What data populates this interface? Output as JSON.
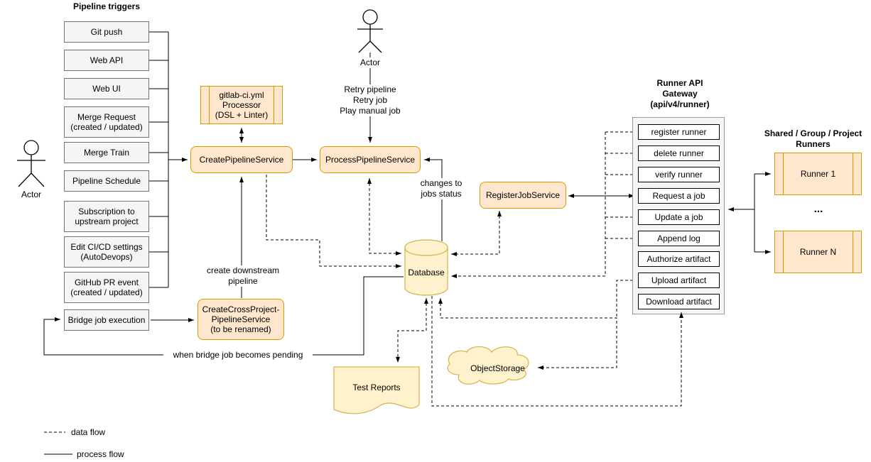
{
  "diagram": {
    "triggers": {
      "title": "Pipeline triggers",
      "items": [
        "Git push",
        "Web API",
        "Web UI",
        "Merge Request\n(created / updated)",
        "Merge Train",
        "Pipeline Schedule",
        "Subscription to\nupstream project",
        "Edit CI/CD settings\n(AutoDevops)",
        "GitHub PR event\n(created / updated)"
      ],
      "bridge_job": "Bridge job execution"
    },
    "actors": {
      "left_label": "Actor",
      "top_label": "Actor",
      "top_actions": "Retry pipeline\nRetry job\nPlay manual job"
    },
    "services": {
      "processor": "gitlab-ci.yml\nProcessor\n(DSL + Linter)",
      "create_pipeline": "CreatePipelineService",
      "process_pipeline": "ProcessPipelineService",
      "create_cross_project": "CreateCrossProject-\nPipelineService\n(to be renamed)",
      "register_job": "RegisterJobService"
    },
    "datastores": {
      "database": "Database",
      "test_reports": "Test Reports",
      "object_storage": "ObjectStorage"
    },
    "gateway": {
      "title": "Runner API\nGateway\n(api/v4/runner)",
      "endpoints": [
        "register runner",
        "delete runner",
        "verify runner",
        "Request a job",
        "Update a job",
        "Append log",
        "Authorize artifact",
        "Upload artifact",
        "Download artifact"
      ]
    },
    "runners": {
      "title": "Shared / Group / Project\nRunners",
      "runner_1": "Runner 1",
      "runner_n": "Runner N",
      "ellipsis": "..."
    },
    "annotations": {
      "changes_to_jobs_status": "changes to\njobs status",
      "create_downstream_pipeline": "create downstream\npipeline",
      "when_bridge_job_pending": "when bridge job becomes pending"
    },
    "legend": {
      "data_flow": "data flow",
      "process_flow": "process flow"
    },
    "colors": {
      "service_fill": "#ffe6cc",
      "service_border": "#d79b00",
      "datastore_fill": "#fff2cc",
      "datastore_border": "#d6b656",
      "trigger_fill": "#f5f5f5",
      "trigger_border": "#737373",
      "line": "#000000"
    }
  }
}
